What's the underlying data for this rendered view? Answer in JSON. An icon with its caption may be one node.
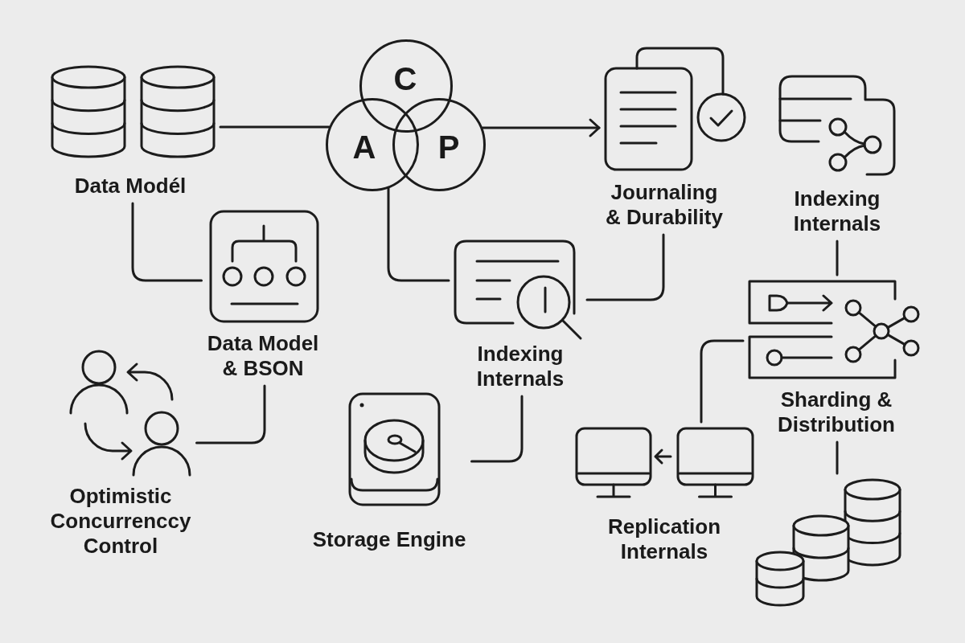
{
  "diagram": {
    "nodes": [
      {
        "text": [
          "Data Modél"
        ]
      },
      {
        "text": [
          "C"
        ]
      },
      {
        "text": [
          "A"
        ]
      },
      {
        "text": [
          "P"
        ]
      },
      {
        "text": [
          "Journaling & Durability"
        ]
      },
      {
        "text": [
          "Indexing Internals"
        ]
      },
      {
        "text": [
          "Data Model & BSON"
        ]
      },
      {
        "text": [
          "Indexing Internals"
        ]
      },
      {
        "text": [
          "Sharding & Distribution"
        ]
      },
      {
        "text": [
          "Optimistic Concurrenccy Control"
        ]
      },
      {
        "text": [
          "Storage Engine"
        ]
      },
      {
        "text": [
          "Replication Internals"
        ]
      },
      {
        "text": [],
        "shape": "cylinder"
      }
    ],
    "edges": [
      {
        "from": 0,
        "to": 2,
        "arrow": "none"
      },
      {
        "from": 3,
        "to": 4,
        "arrow": "to"
      },
      {
        "from": 0,
        "to": 6,
        "arrow": "none"
      },
      {
        "from": 2,
        "to": 7,
        "arrow": "none"
      },
      {
        "from": 4,
        "to": 7,
        "arrow": "none"
      },
      {
        "from": 5,
        "to": 8,
        "arrow": "none"
      },
      {
        "from": 6,
        "to": 9,
        "arrow": "none"
      },
      {
        "from": 7,
        "to": 10,
        "arrow": "none"
      },
      {
        "from": 8,
        "to": 11,
        "arrow": "none"
      },
      {
        "from": 8,
        "to": 12,
        "arrow": "none"
      }
    ]
  }
}
